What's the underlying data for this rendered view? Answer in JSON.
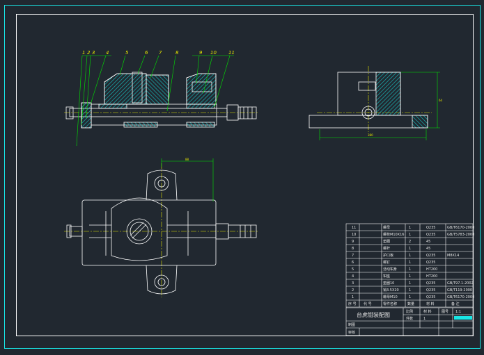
{
  "colors": {
    "background": "#212830",
    "frame": "#19e6e6",
    "outline": "#ffffff",
    "hatch": "#19b4b4",
    "centerline": "#e6e600",
    "leader": "#00e600",
    "dimension": "#00e600",
    "table_text": "#e6e600"
  },
  "balloons": [
    "1",
    "2",
    "3",
    "4",
    "5",
    "6",
    "7",
    "8",
    "9",
    "10",
    "11"
  ],
  "dimensions": {
    "front_width": "380",
    "side_height": "64",
    "plan_width": "88"
  },
  "bom": {
    "rows": [
      {
        "no": "11",
        "name": "螺母",
        "qty": "1",
        "material": "Q235",
        "note": "GB/T6170-2000"
      },
      {
        "no": "10",
        "name": "螺栓M10X16",
        "qty": "1",
        "material": "Q235",
        "note": "GB/T5783-2000"
      },
      {
        "no": "9",
        "name": "垫圈",
        "qty": "2",
        "material": "45",
        "note": ""
      },
      {
        "no": "8",
        "name": "螺杆",
        "qty": "1",
        "material": "45",
        "note": ""
      },
      {
        "no": "7",
        "name": "护口板",
        "qty": "1",
        "material": "Q235",
        "note": "M8X14"
      },
      {
        "no": "6",
        "name": "螺钉",
        "qty": "1",
        "material": "Q235",
        "note": ""
      },
      {
        "no": "5",
        "name": "活动钳身",
        "qty": "1",
        "material": "HT200",
        "note": ""
      },
      {
        "no": "4",
        "name": "钳座",
        "qty": "1",
        "material": "HT200",
        "note": ""
      },
      {
        "no": "3",
        "name": "垫圈10",
        "qty": "1",
        "material": "Q235",
        "note": "GB/T97.1-2002"
      },
      {
        "no": "2",
        "name": "销3.5X20",
        "qty": "1",
        "material": "Q235",
        "note": "GB/T119-2000"
      },
      {
        "no": "1",
        "name": "螺母M10",
        "qty": "1",
        "material": "Q235",
        "note": "GB/T6170-2000"
      }
    ],
    "header": {
      "no": "序 号",
      "code": "代 号",
      "name": "零件名称",
      "qty": "数量",
      "material": "材 料",
      "note": "备 注"
    }
  },
  "title_block": {
    "title": "台虎钳装配图",
    "scale_label": "比例",
    "qty_label": "件数",
    "material_label": "材 料",
    "drawing_no_label": "图号",
    "scale_value": "1:1",
    "sheet_value": "1",
    "drawn_label": "制图",
    "checked_label": "审核"
  }
}
